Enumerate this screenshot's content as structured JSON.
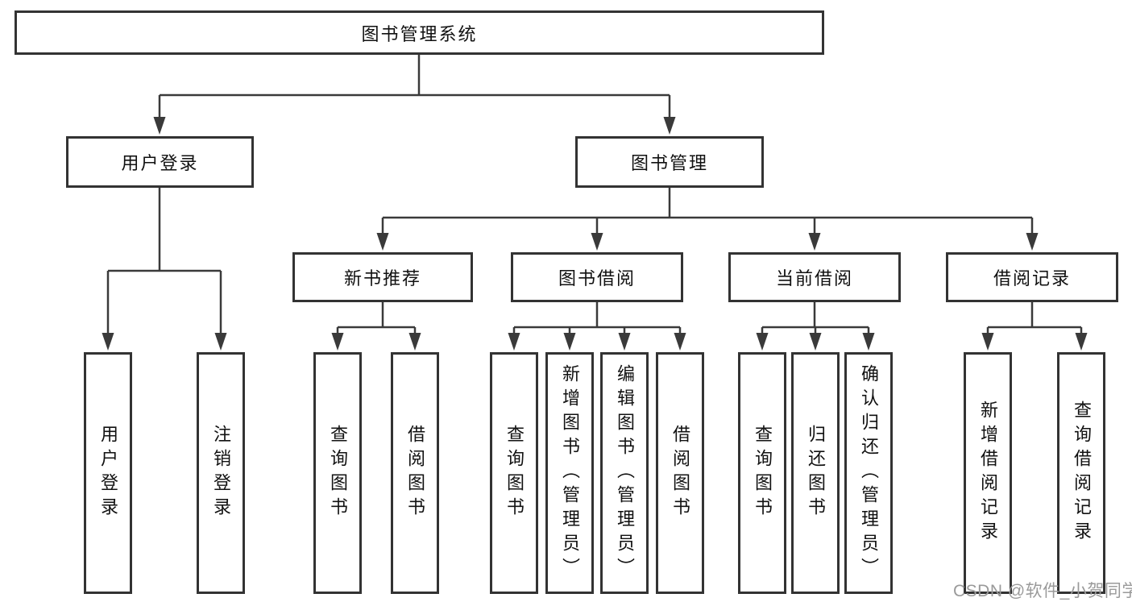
{
  "root": {
    "label": "图书管理系统"
  },
  "level2": [
    {
      "label": "用户登录"
    },
    {
      "label": "图书管理"
    }
  ],
  "level3": [
    {
      "label": "新书推荐"
    },
    {
      "label": "图书借阅"
    },
    {
      "label": "当前借阅"
    },
    {
      "label": "借阅记录"
    }
  ],
  "leaves": {
    "user_login": [
      {
        "label": "用户登录"
      },
      {
        "label": "注销登录"
      }
    ],
    "new_book_recommend": [
      {
        "label": "查询图书"
      },
      {
        "label": "借阅图书"
      }
    ],
    "book_borrow": [
      {
        "label": "查询图书"
      },
      {
        "label": "新增图书（管理员）"
      },
      {
        "label": "编辑图书（管理员）"
      },
      {
        "label": "借阅图书"
      }
    ],
    "current_borrow": [
      {
        "label": "查询图书"
      },
      {
        "label": "归还图书"
      },
      {
        "label": "确认归还（管理员）"
      }
    ],
    "borrow_records": [
      {
        "label": "新增借阅记录"
      },
      {
        "label": "查询借阅记录"
      }
    ]
  },
  "watermark": "CSDN @软件_小贺同学",
  "colors": {
    "line": "#3a3a3a",
    "border": "#333333",
    "text": "#111111",
    "background": "#ffffff",
    "watermark": "#9a9a9a"
  }
}
